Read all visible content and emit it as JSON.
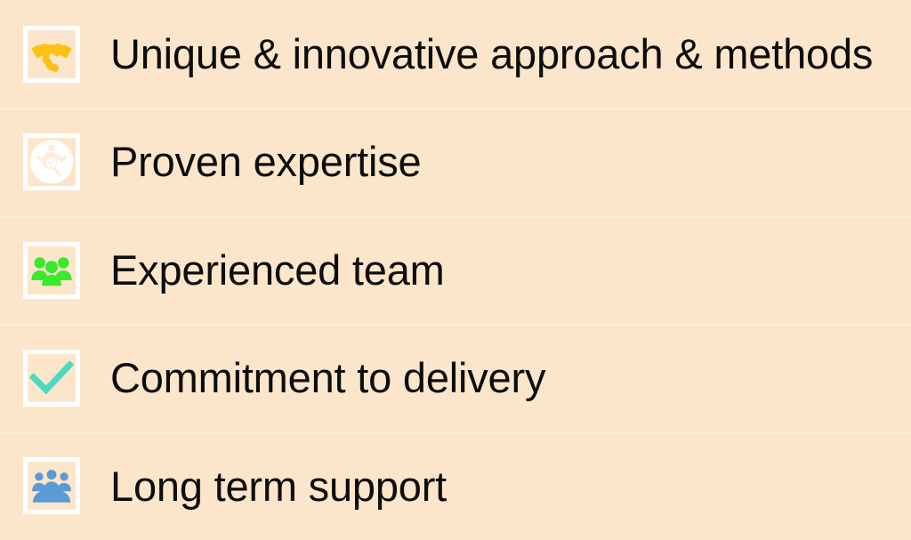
{
  "slide": {
    "background_color": "#fce6cb",
    "separator_color": "#fdeedd",
    "icon_frame_color": "#ffffff"
  },
  "rows": [
    {
      "label": "Unique & innovative approach & methods",
      "icon_name": "handshake-icon",
      "icon_color": "#fcc115"
    },
    {
      "label": "Proven expertise",
      "icon_name": "expertise-magnifier-person-icon",
      "icon_color": "#fdf0e0"
    },
    {
      "label": "Experienced team",
      "icon_name": "people-group-icon",
      "icon_color": "#3ae82e"
    },
    {
      "label": "Commitment to delivery",
      "icon_name": "checkmark-icon",
      "icon_color": "#4fd8c0"
    },
    {
      "label": "Long term support",
      "icon_name": "meeting-audience-icon",
      "icon_color": "#5b9bd5"
    }
  ]
}
